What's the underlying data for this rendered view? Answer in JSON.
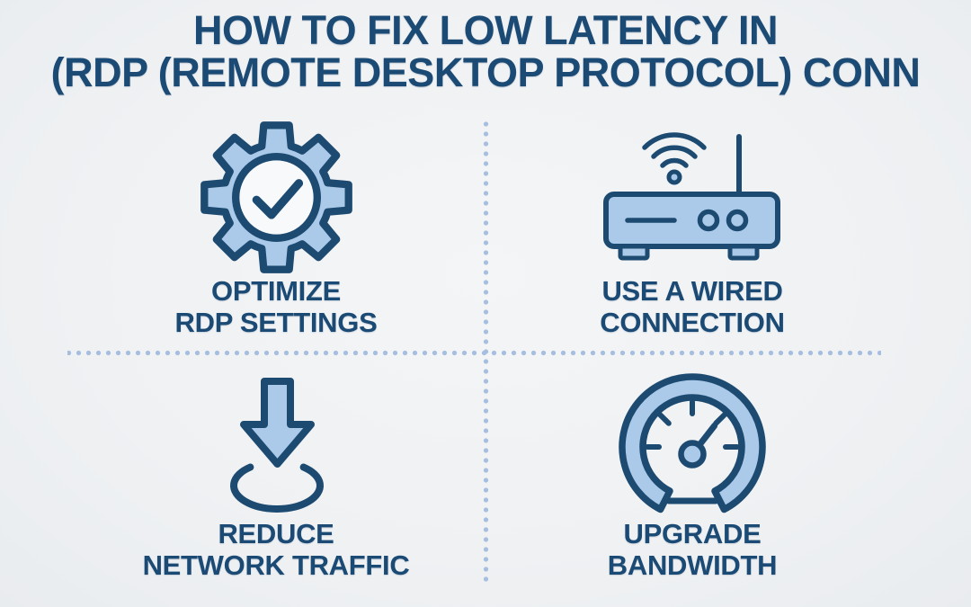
{
  "colors": {
    "bg": "#eff1f3",
    "navy": "#1b4a74",
    "icon-fill": "#abc9e8",
    "icon-stroke": "#1d4a71",
    "icon-inner": "#f7f9fb",
    "dot": "#a6bedf"
  },
  "title": {
    "line1": "HOW TO FIX LOW LATENCY IN",
    "line2": "(RDP (REMOTE DESKTOP PROTOCOL) CONN"
  },
  "quadrants": [
    {
      "id": "optimize-rdp-settings",
      "icon": "gear-check-icon",
      "label_line1": "OPTIMIZE",
      "label_line2": "RDP SETTINGS"
    },
    {
      "id": "use-wired-connection",
      "icon": "router-wifi-icon",
      "label_line1": "USE A WIRED",
      "label_line2": "CONNECTION"
    },
    {
      "id": "reduce-network-traffic",
      "icon": "download-arrow-icon",
      "label_line1": "REDUCE",
      "label_line2": "NETWORK TRAFFIC"
    },
    {
      "id": "upgrade-bandwidth",
      "icon": "speedometer-icon",
      "label_line1": "UPGRADE",
      "label_line2": "BANDWIDTH"
    }
  ]
}
